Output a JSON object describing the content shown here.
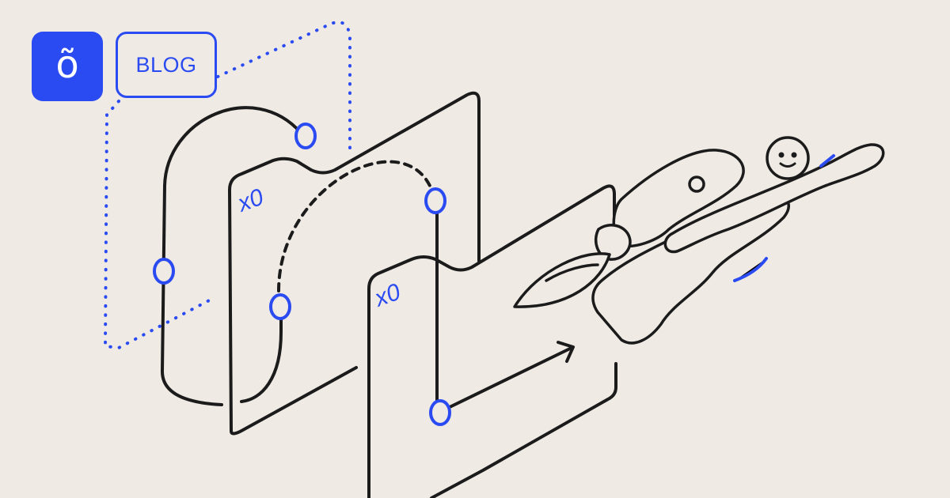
{
  "brand": {
    "logo_glyph": "õ",
    "badge_label": "BLOG"
  },
  "illustration": {
    "panel_back_mark": "x0",
    "panel_front_mark": "x0"
  },
  "colors": {
    "background": "#efeae4",
    "accent": "#2b4bf2",
    "ink": "#1b1b1b"
  },
  "icons": [
    "logo-mark-icon",
    "superhero-figure-icon"
  ]
}
